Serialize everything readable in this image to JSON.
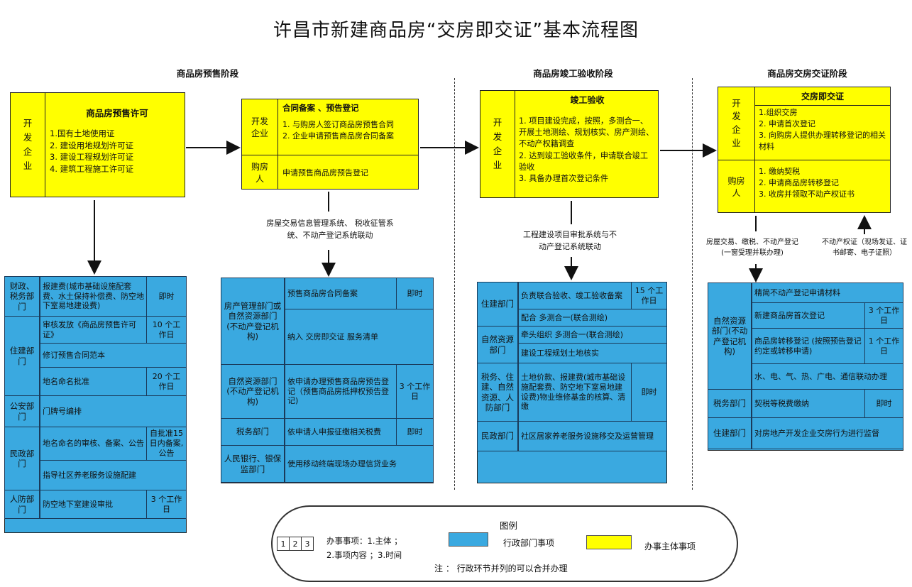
{
  "title": "许昌市新建商品房“交房即交证”基本流程图",
  "stages": [
    "商品房预售阶段",
    "商品房竣工验收阶段",
    "商品房交房交证阶段"
  ],
  "box1": {
    "subject": "开\n发\n企\n业",
    "heading": "商品房预售许可",
    "items": [
      "1.国有土地使用证",
      "2. 建设用地规划许可证",
      "3. 建设工程规划许可证",
      "4. 建筑工程施工许可证"
    ]
  },
  "box2": {
    "dev_label": "开发\n企业",
    "heading": "合同备案 、预告登记",
    "items": [
      "1. 与购房人签订商品房预售合同",
      "2. 企业申请预售商品房合同备案"
    ],
    "buyer_label": "购房\n人",
    "buyer_text": "申请预售商品房预告登记"
  },
  "box3": {
    "subject": "开\n发\n企\n业",
    "heading": "竣工验收",
    "items": [
      "1. 项目建设完成，按照，多测合一、开展土地测绘、规划核实、房产测绘、不动产权籍调查",
      "2. 达到竣工验收条件，申请联合竣工验收",
      "3. 具备办理首次登记条件"
    ]
  },
  "box4": {
    "dev_label": "开\n发\n企\n业",
    "heading": "交房即交证",
    "items": [
      "1.组织交房",
      "2. 申请首次登记",
      "3. 向购房人提供办理转移登记的相关材料"
    ],
    "buyer_label": "购房\n人",
    "buyer_items": [
      "1. 缴纳契税",
      "2. 申请商品房转移登记",
      "3. 收房并领取不动产权证书"
    ]
  },
  "notes": {
    "n2": "房屋交易信息管理系统、 税收征管系统、不动产登记系统联动",
    "n3": "工程建设项目审批系统与不动产登记系统联动",
    "n4a": "房屋交易、缴税、不动产登记(一窗受理并联办理)",
    "n4b": "不动产权证（现场发证、证书邮寄、电子证照）"
  },
  "table1": [
    {
      "dept": "财政、税务部门",
      "rows": [
        {
          "item": "报建费(城市基础设施配套费、水土保持补偿费、防空地下室易地建设费)",
          "time": "即时"
        }
      ]
    },
    {
      "dept": "住建部门",
      "rows": [
        {
          "item": "审核发放《商品房预售许可证》",
          "time": "10 个工作日"
        },
        {
          "item": "修订预售合同范本",
          "time": ""
        },
        {
          "item": "地名命名批准",
          "time": "20 个工作日"
        }
      ]
    },
    {
      "dept": "公安部门",
      "rows": [
        {
          "item": "门牌号编排",
          "time": ""
        }
      ]
    },
    {
      "dept": "民政部门",
      "rows": [
        {
          "item": "地名命名的审核、备案、公告",
          "time": "自批准15日内备案,公告"
        },
        {
          "item": "指导社区养老服务设施配建",
          "time": ""
        }
      ]
    },
    {
      "dept": "人防部门",
      "rows": [
        {
          "item": "防空地下室建设审批",
          "time": "3 个工作日"
        }
      ]
    }
  ],
  "table2": [
    {
      "dept": "房产管理部门或自然资源部门(不动产登记机构)",
      "rows": [
        {
          "item": "预售商品房合同备案",
          "time": "即时"
        },
        {
          "item": "纳入 交房即交证 服务清单",
          "time": ""
        }
      ]
    },
    {
      "dept": "自然资源部门(不动产登记机构)",
      "rows": [
        {
          "item": "依申请办理预售商品房预告登记（预售商品房抵押权预告登记)",
          "time": "3 个工作日"
        }
      ]
    },
    {
      "dept": "税务部门",
      "rows": [
        {
          "item": "依申请人申报征缴相关税费",
          "time": "即时"
        }
      ]
    },
    {
      "dept": "人民银行、银保监部门",
      "rows": [
        {
          "item": "使用移动终端现场办理信贷业务",
          "time": ""
        }
      ]
    }
  ],
  "table3": [
    {
      "dept": "住建部门",
      "rows": [
        {
          "item": "负责联合验收、竣工验收备案",
          "time": "15 个工作日"
        },
        {
          "item": "配合 多测合一(联合测绘)",
          "time": ""
        }
      ]
    },
    {
      "dept": "自然资源部门",
      "rows": [
        {
          "item": "牵头组织 多测合一(联合测绘)",
          "time": ""
        },
        {
          "item": "建设工程规划土地核实",
          "time": ""
        }
      ]
    },
    {
      "dept": "税务、住建、自然资源、人防部门",
      "rows": [
        {
          "item": "土地价款、报建费(城市基础设施配套费、防空地下室易地建设费)物业维修基金的核算、清缴",
          "time": "即时"
        }
      ]
    },
    {
      "dept": "民政部门",
      "rows": [
        {
          "item": "社区居家养老服务设施移交及运营管理",
          "time": ""
        }
      ]
    }
  ],
  "table4": [
    {
      "dept": "自然资源部门(不动产登记机构)",
      "rows": [
        {
          "item": "精简不动产登记申请材料",
          "time": ""
        },
        {
          "item": "新建商品房首次登记",
          "time": "3 个工作日"
        },
        {
          "item": "商品房转移登记 (按照预告登记约定或转移申请)",
          "time": "1 个工作日"
        },
        {
          "item": "水、电、气、热、广电、通信联动办理",
          "time": ""
        }
      ]
    },
    {
      "dept": "税务部门",
      "rows": [
        {
          "item": "契税等税费缴纳",
          "time": "即时"
        }
      ]
    },
    {
      "dept": "住建部门",
      "rows": [
        {
          "item": "对房地产开发企业交房行为进行监督",
          "time": ""
        }
      ]
    }
  ],
  "legend": {
    "heading": "图例",
    "boxes": [
      "1",
      "2",
      "3"
    ],
    "desc1": "办事事项：1.主体 ；",
    "desc2": "2.事项内容 ；3.时间",
    "blue_label": "行政部门事项",
    "yellow_label": "办事主体事项",
    "note": "注 ： 行政环节并列的可以合并办理"
  },
  "colors": {
    "yellow": "#ffff00",
    "blue": "#3aa9e0"
  }
}
